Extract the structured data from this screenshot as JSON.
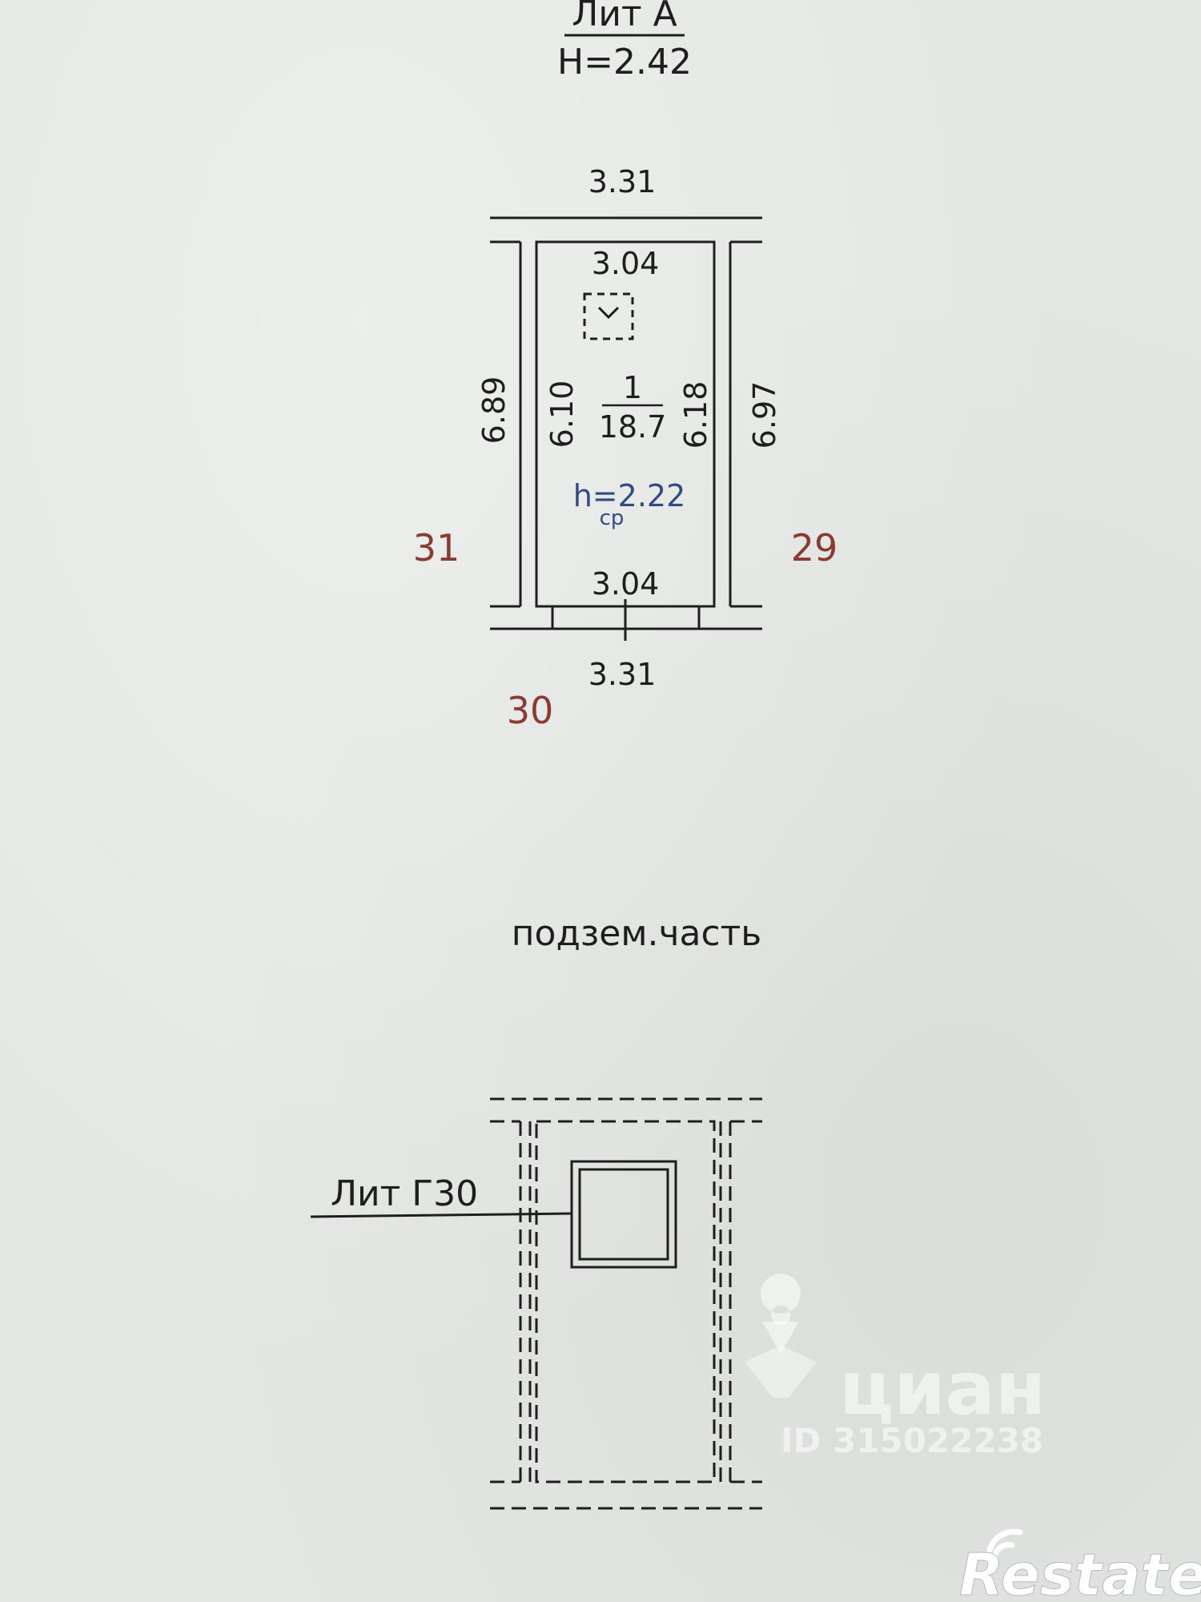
{
  "header": {
    "line1": "Лит А",
    "line2": "H=2.42"
  },
  "room": {
    "outer_top_width": "3.31",
    "inner_top_width": "3.04",
    "outer_left_length": "6.89",
    "inner_left_length": "6.10",
    "room_number": "1",
    "room_area": "18.7",
    "inner_right_length": "6.18",
    "outer_right_length": "6.97",
    "avg_height_main": "h=2.22",
    "avg_height_sub": "ср",
    "inner_bottom_width": "3.04",
    "outer_bottom_width": "3.31"
  },
  "neighbors": {
    "left": "31",
    "right": "29",
    "bottom": "30"
  },
  "section_label": "подзем.часть",
  "underground": {
    "callout_label": "Лит Г30"
  },
  "watermark": {
    "brand": "циан",
    "id_text": "ID 315022238",
    "icon": "map-pin-icon"
  },
  "corner_logo": {
    "text": "Restate",
    "icon": "signal-arc-icon"
  },
  "colors": {
    "ink": "#1e1e1e",
    "neighbor_numbers": "#8a3a33",
    "height_note": "#2f4a86"
  }
}
